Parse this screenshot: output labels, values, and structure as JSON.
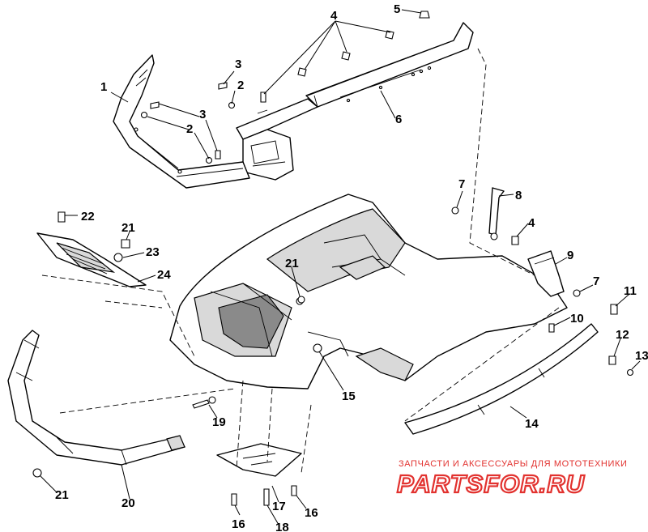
{
  "watermark": {
    "tagline": "ЗАПЧАСТИ И АКСЕССУАРЫ ДЛЯ МОТОТЕХНИКИ",
    "logo": "PARTSFOR.RU",
    "color": "#e2322f"
  },
  "callouts": {
    "c1": "1",
    "c2a": "2",
    "c2b": "2",
    "c3a": "3",
    "c3b": "3",
    "c4a": "4",
    "c4b": "4",
    "c5": "5",
    "c6": "6",
    "c7a": "7",
    "c7b": "7",
    "c8": "8",
    "c9": "9",
    "c10": "10",
    "c11": "11",
    "c12": "12",
    "c13": "13",
    "c14": "14",
    "c15": "15",
    "c16a": "16",
    "c16b": "16",
    "c17": "17",
    "c18": "18",
    "c19": "19",
    "c20": "20",
    "c21a": "21",
    "c21b": "21",
    "c21c": "21",
    "c22": "22",
    "c23": "23",
    "c24": "24"
  }
}
